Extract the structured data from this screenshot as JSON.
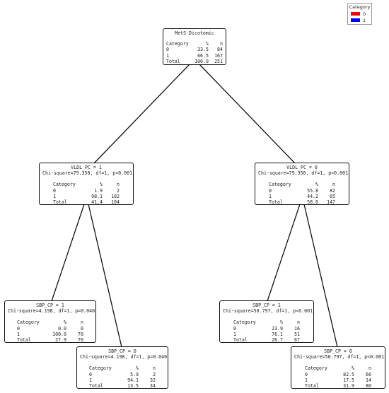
{
  "legend": {
    "title": "Category",
    "items": [
      {
        "label": "0",
        "color": "#ff0000"
      },
      {
        "label": "1",
        "color": "#0000ff"
      }
    ]
  },
  "nodes": {
    "root": {
      "title": "MetS Dicotomic",
      "chi": "",
      "headers": [
        "Category",
        "%",
        "n"
      ],
      "rows": [
        [
          "0",
          "33.5",
          "84"
        ],
        [
          "1",
          "66.5",
          "167"
        ],
        [
          "Total",
          "100.0",
          "251"
        ]
      ]
    },
    "left": {
      "title": "VLDL_PC = 1",
      "chi": "Chi-square=79.350, df=1, p<0.001",
      "headers": [
        "Category",
        "%",
        "n"
      ],
      "rows": [
        [
          "0",
          "1.9",
          "2"
        ],
        [
          "1",
          "98.1",
          "102"
        ],
        [
          "Total",
          "41.4",
          "104"
        ]
      ]
    },
    "right": {
      "title": "VLDL_PC = 0",
      "chi": "Chi-square=79.350, df=1, p<0.001",
      "headers": [
        "Category",
        "%",
        "n"
      ],
      "rows": [
        [
          "0",
          "55.8",
          "82"
        ],
        [
          "1",
          "44.2",
          "65"
        ],
        [
          "Total",
          "58.6",
          "147"
        ]
      ]
    },
    "ll": {
      "title": "SBP_CP = 1",
      "chi": "Chi-square=4.198, df=1, p=0.040",
      "headers": [
        "Category",
        "%",
        "n"
      ],
      "rows": [
        [
          "0",
          "0.0",
          "0"
        ],
        [
          "1",
          "100.0",
          "70"
        ],
        [
          "Total",
          "27.9",
          "70"
        ]
      ]
    },
    "lr": {
      "title": "SBP_CP = 0",
      "chi": "Chi-square=4.198, df=1, p=0.040",
      "headers": [
        "Category",
        "%",
        "n"
      ],
      "rows": [
        [
          "0",
          "5.9",
          "2"
        ],
        [
          "1",
          "94.1",
          "32"
        ],
        [
          "Total",
          "13.5",
          "34"
        ]
      ]
    },
    "rl": {
      "title": "SBP_CP = 1",
      "chi": "Chi-square=50.797, df=1, p<0.001",
      "headers": [
        "Category",
        "%",
        "n"
      ],
      "rows": [
        [
          "0",
          "23.9",
          "16"
        ],
        [
          "1",
          "76.1",
          "51"
        ],
        [
          "Total",
          "26.7",
          "67"
        ]
      ]
    },
    "rr": {
      "title": "SBP_CP = 0",
      "chi": "Chi-square=50.797, df=1, p<0.001",
      "headers": [
        "Category",
        "%",
        "n"
      ],
      "rows": [
        [
          "0",
          "82.5",
          "66"
        ],
        [
          "1",
          "17.5",
          "14"
        ],
        [
          "Total",
          "31.9",
          "80"
        ]
      ]
    }
  }
}
